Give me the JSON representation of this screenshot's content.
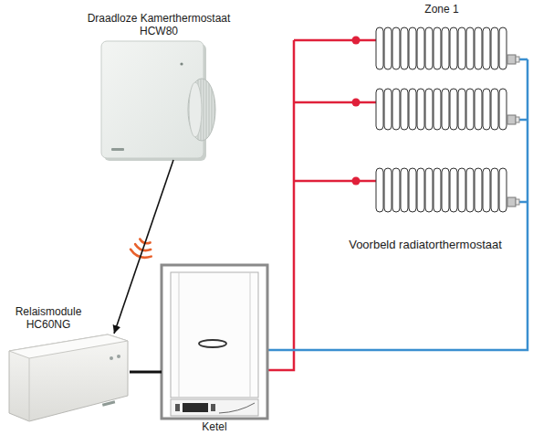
{
  "diagram": {
    "nodes": [
      {
        "text": [
          "Draadloze Kamerthermostaat HCW80"
        ]
      },
      {
        "text": [
          "Relaismodule HC60NG"
        ]
      },
      {
        "text": [
          "Ketel"
        ]
      }
    ],
    "edges": [
      {
        "from": 0,
        "to": 1,
        "arrow": "to"
      },
      {
        "from": 1,
        "to": 2,
        "arrow": "none"
      }
    ],
    "labels": [
      "Zone 1",
      "Voorbeld radiatorthermostaat"
    ]
  }
}
